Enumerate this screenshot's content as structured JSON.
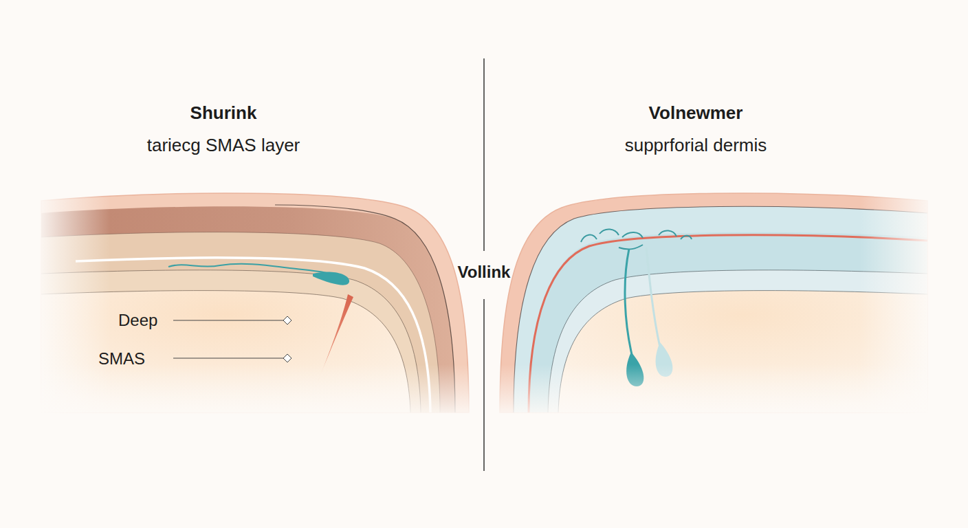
{
  "diagram": {
    "labels": [
      "Shurink",
      "tariecg SMAS layer",
      "Volnewmer",
      "supprforial dermis",
      "Vollink",
      "Deep",
      "SMAS"
    ]
  }
}
